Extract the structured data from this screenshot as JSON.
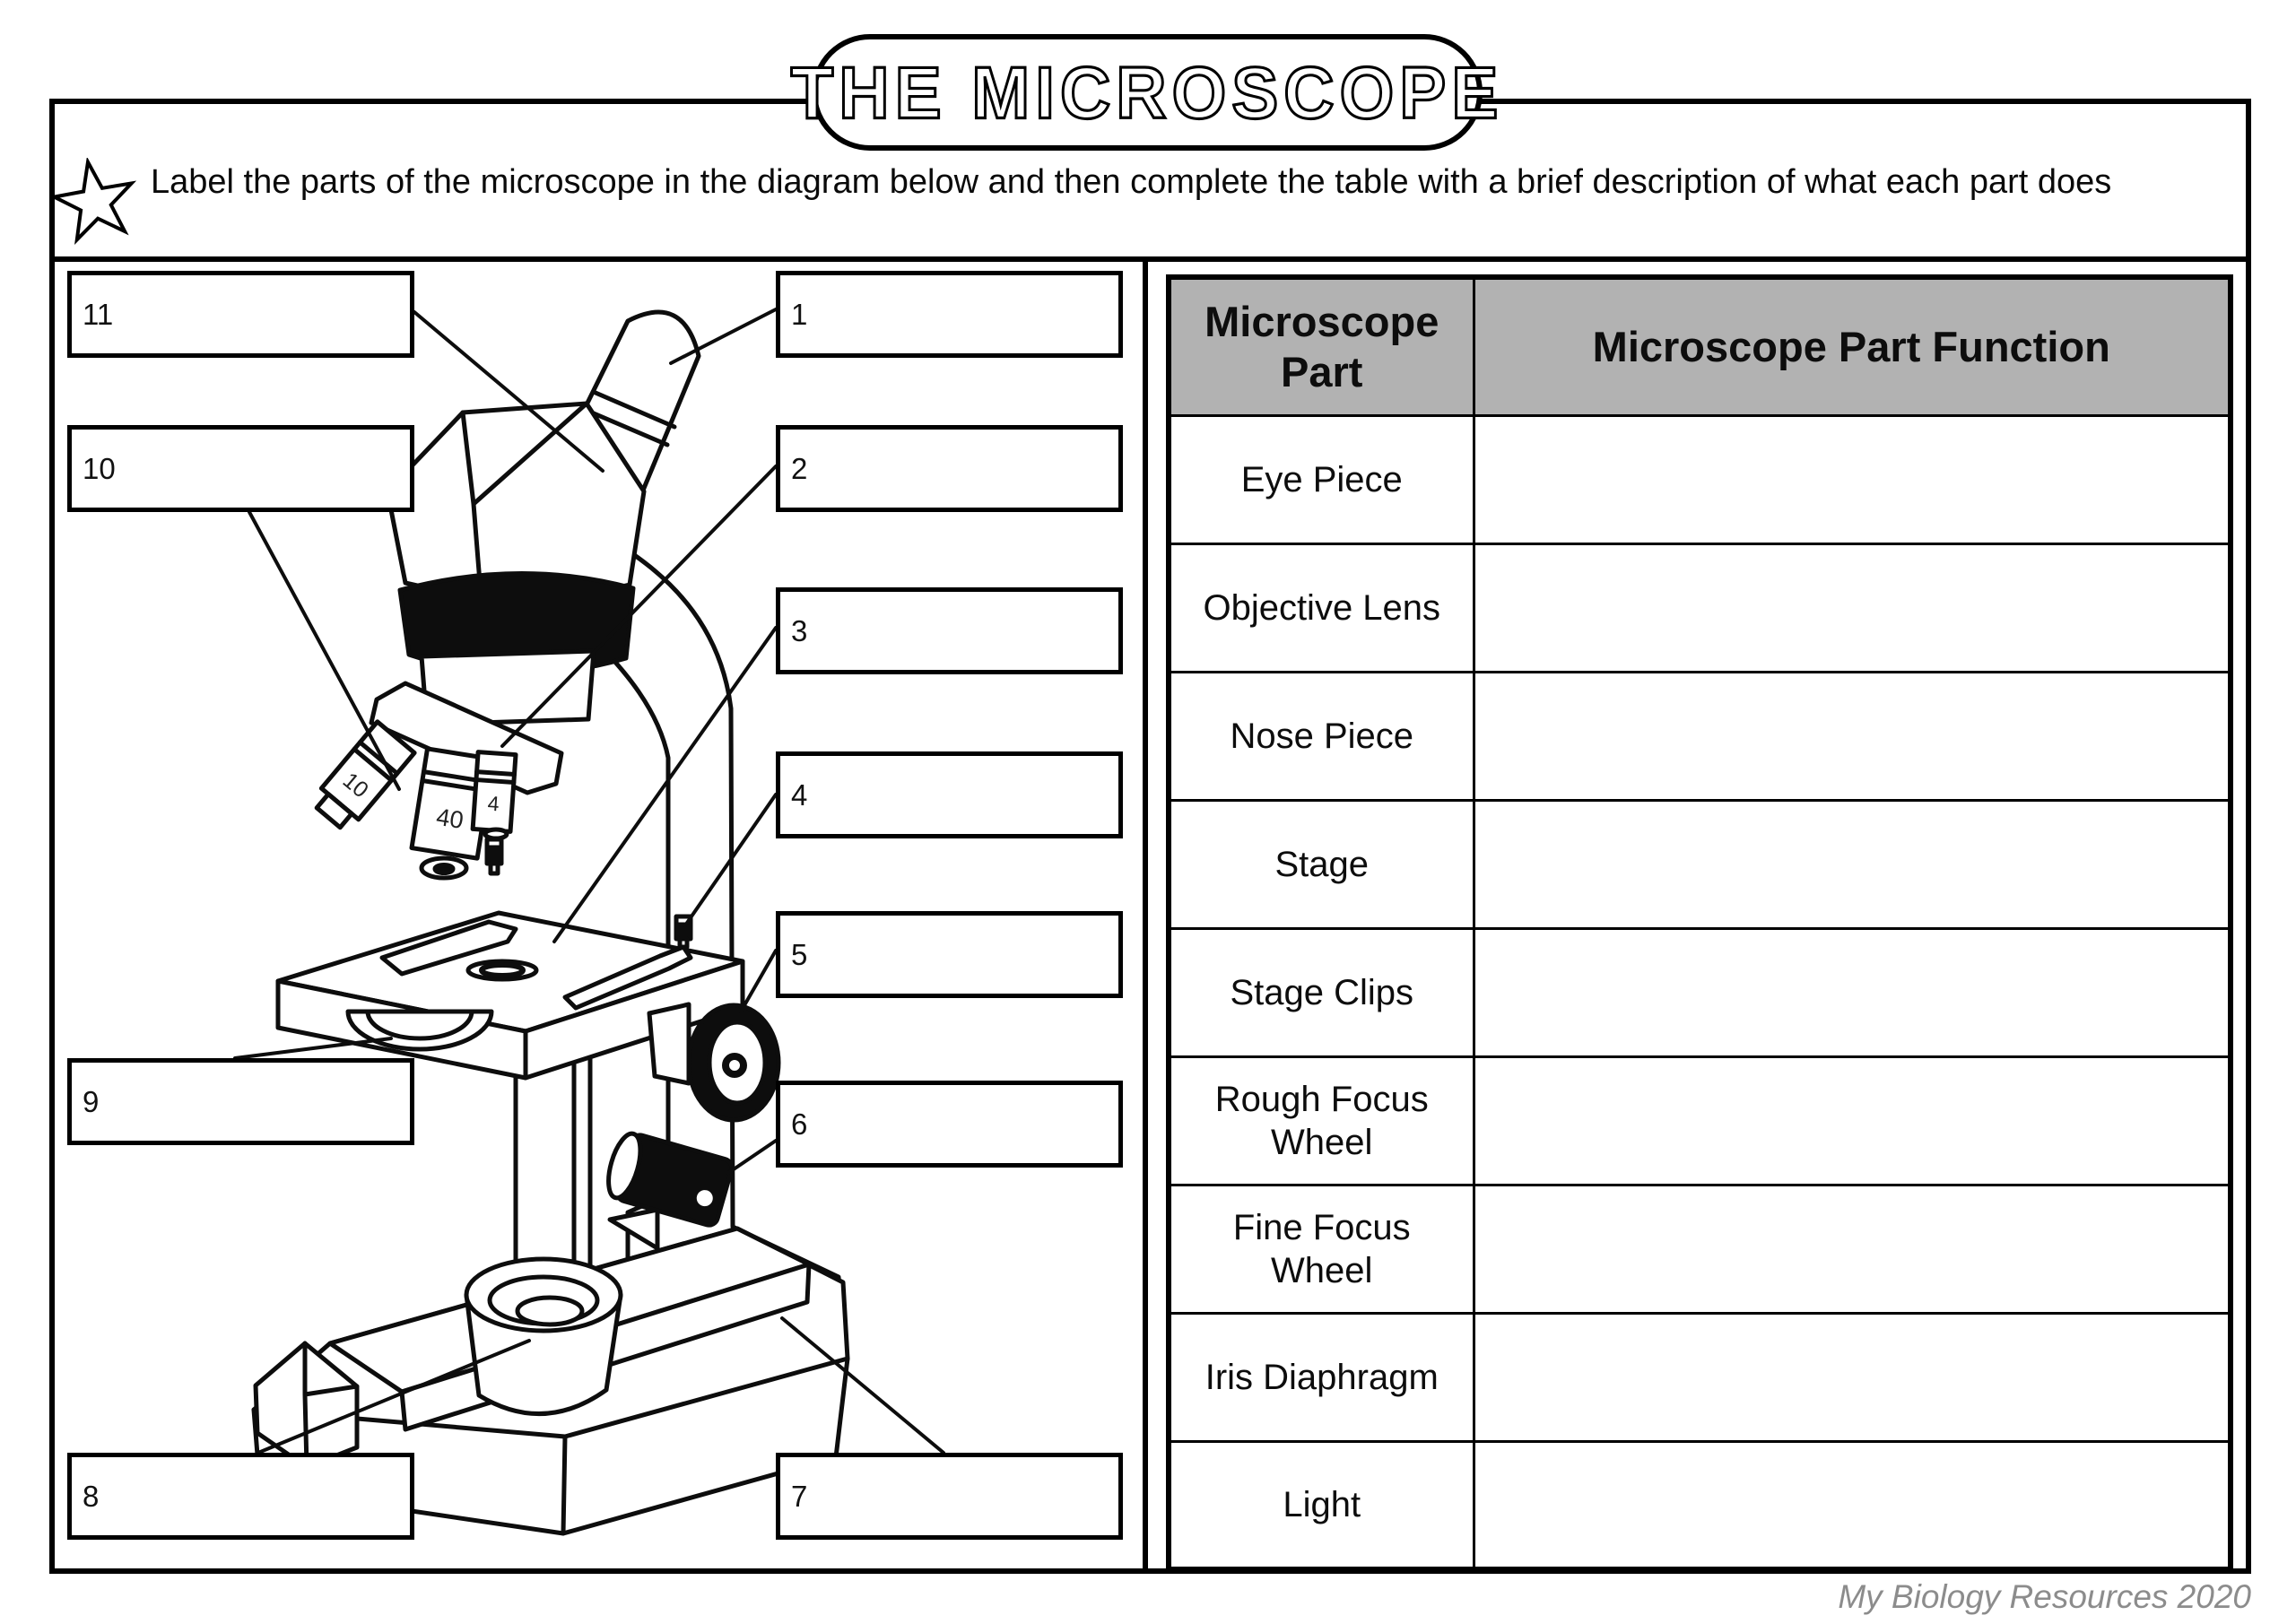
{
  "title": "THE MICROSCOPE",
  "instructions": "Label the parts of the microscope in the diagram below and then complete the table with a brief description of what each part does",
  "diagram": {
    "labels": [
      "1",
      "2",
      "3",
      "4",
      "5",
      "6",
      "7",
      "8",
      "9",
      "10",
      "11"
    ],
    "objective_markings": {
      "low": "10",
      "high": "40",
      "scan": "4"
    }
  },
  "table": {
    "headers": [
      "Microscope Part",
      "Microscope Part Function"
    ],
    "rows": [
      {
        "part": "Eye Piece",
        "function": ""
      },
      {
        "part": "Objective Lens",
        "function": ""
      },
      {
        "part": "Nose Piece",
        "function": ""
      },
      {
        "part": "Stage",
        "function": ""
      },
      {
        "part": "Stage Clips",
        "function": ""
      },
      {
        "part": "Rough Focus Wheel",
        "function": ""
      },
      {
        "part": "Fine Focus Wheel",
        "function": ""
      },
      {
        "part": "Iris Diaphragm",
        "function": ""
      },
      {
        "part": "Light",
        "function": ""
      }
    ]
  },
  "footer": {
    "credit": "My Biology Resources 2020"
  },
  "colors": {
    "table_header_bg": "#b2b2b2",
    "footer_text": "#8c8c8c",
    "ink": "#0d0d0d"
  },
  "icons": {
    "bullet": "star-icon"
  }
}
